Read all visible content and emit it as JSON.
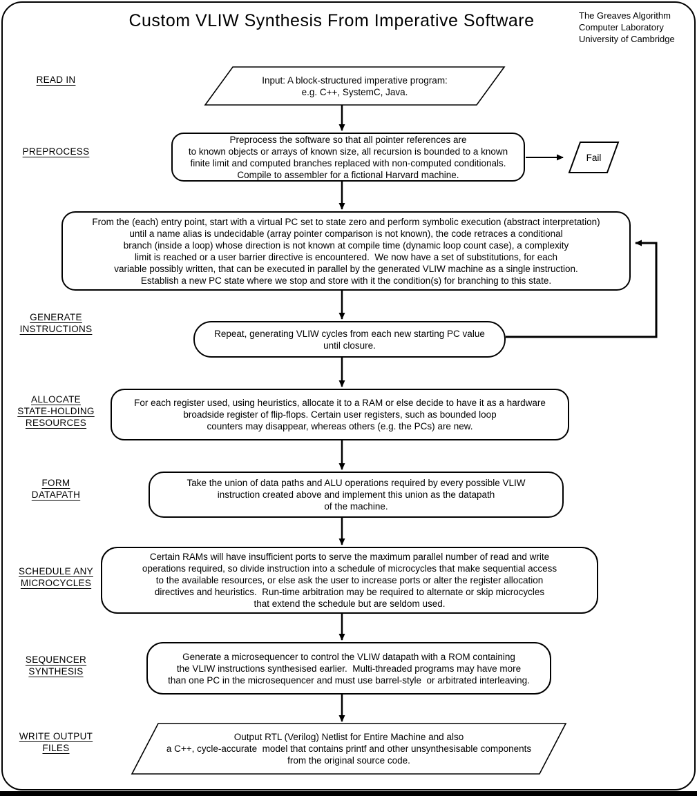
{
  "colors": {
    "ink": "#000000",
    "paper": "#ffffff"
  },
  "title": "Custom VLIW Synthesis From Imperative Software",
  "credit": "The Greaves Algorithm\nComputer Laboratory\nUniversity of Cambridge",
  "stages": [
    {
      "id": "read-in",
      "label": "READ IN"
    },
    {
      "id": "preprocess",
      "label": "PREPROCESS"
    },
    {
      "id": "generate-instructions",
      "label": "GENERATE\nINSTRUCTIONS"
    },
    {
      "id": "allocate-resources",
      "label": "ALLOCATE\nSTATE-HOLDING\nRESOURCES"
    },
    {
      "id": "form-datapath",
      "label": "FORM\nDATAPATH"
    },
    {
      "id": "schedule-microcycles",
      "label": "SCHEDULE ANY\nMICROCYCLES"
    },
    {
      "id": "sequencer-synthesis",
      "label": "SEQUENCER\nSYNTHESIS"
    },
    {
      "id": "write-output-files",
      "label": "WRITE OUTPUT\nFILES"
    }
  ],
  "nodes": {
    "input": {
      "shape": "parallelogram",
      "text": "Input: A block-structured imperative program:\ne.g. C++, SystemC, Java."
    },
    "preprocess": {
      "shape": "rounded-rect",
      "text": "Preprocess the software so that all pointer references are\nto known objects or arrays of known size, all recursion is bounded to a known\nfinite limit and computed branches replaced with non-computed conditionals.\nCompile to assembler for a fictional Harvard machine."
    },
    "fail": {
      "shape": "parallelogram",
      "text": "Fail"
    },
    "symbolic": {
      "shape": "rounded-rect",
      "text": "From the (each) entry point, start with a virtual PC set to state zero and perform symbolic execution (abstract interpretation)\nuntil a name alias is undecidable (array pointer comparison is not known), the code retraces a conditional\nbranch (inside a loop) whose direction is not known at compile time (dynamic loop count case), a complexity\nlimit is reached or a user barrier directive is encountered.  We now have a set of substitutions, for each\nvariable possibly written, that can be executed in parallel by the generated VLIW machine as a single instruction.\nEstablish a new PC state where we stop and store with it the condition(s) for branching to this state."
    },
    "repeat": {
      "shape": "rounded-rect",
      "text": "Repeat, generating VLIW cycles from each new starting PC value\nuntil closure."
    },
    "allocate": {
      "shape": "rounded-rect",
      "text": "For each register used, using heuristics, allocate it to a RAM or else decide to have it as a hardware\nbroadside register of flip-flops. Certain user registers, such as bounded loop\ncounters may disappear, whereas others (e.g. the PCs) are new."
    },
    "form": {
      "shape": "rounded-rect",
      "text": "Take the union of data paths and ALU operations required by every possible VLIW\ninstruction created above and implement this union as the datapath\nof the machine."
    },
    "schedule": {
      "shape": "rounded-rect",
      "text": "Certain RAMs will have insufficient ports to serve the maximum parallel number of read and write\noperations required, so divide instruction into a schedule of microcycles that make sequential access\nto the available resources, or else ask the user to increase ports or alter the register allocation\ndirectives and heuristics.  Run-time arbitration may be required to alternate or skip microcycles\nthat extend the schedule but are seldom used."
    },
    "sequencer": {
      "shape": "rounded-rect",
      "text": "Generate a microsequencer to control the VLIW datapath with a ROM containing\nthe VLIW instructions synthesised earlier.  Multi-threaded programs may have more\nthan one PC in the microsequencer and must use barrel-style  or arbitrated interleaving."
    },
    "output": {
      "shape": "parallelogram",
      "text": "Output RTL (Verilog) Netlist for Entire Machine and also\na C++, cycle-accurate  model that contains printf and other unsynthesisable components\nfrom the original source code."
    }
  }
}
